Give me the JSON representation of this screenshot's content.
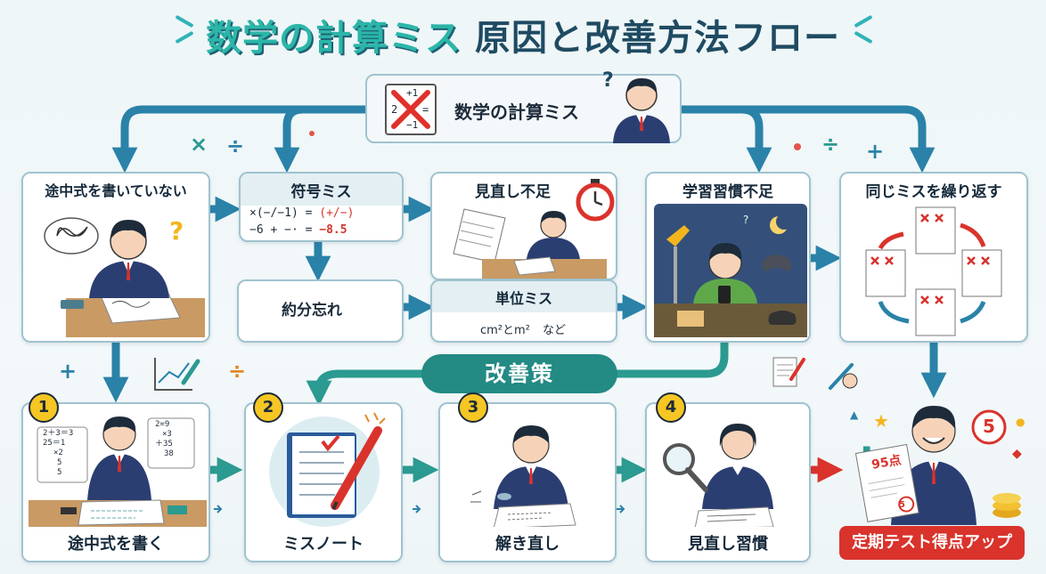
{
  "title": {
    "highlight": "数学の計算ミス",
    "rest": "原因と改善方法フロー"
  },
  "root": {
    "label": "数学の計算ミス",
    "icon_lines": [
      "+1",
      "2",
      "=",
      "−1"
    ]
  },
  "causes": {
    "tochushiki": {
      "label": "途中式を書いていない"
    },
    "fugo": {
      "label": "符号ミス",
      "line1a": "×(−/−1) = ",
      "line1b": "(+/−)",
      "line2a": "−6 + −· = ",
      "line2b": "−8.5"
    },
    "minaoshi": {
      "label": "見直し不足"
    },
    "shukan": {
      "label": "学習習慣不足"
    },
    "kurikaesu": {
      "label": "同じミスを繰り返す"
    },
    "yakubun": {
      "label": "約分忘れ"
    },
    "tani": {
      "label": "単位ミス",
      "example": "cm²とm²",
      "nado": "など"
    }
  },
  "kaizen": {
    "label": "改善策"
  },
  "steps": [
    {
      "num": "1",
      "label": "途中式を書く",
      "work_left": [
        "2＋3＝3",
        "25＝1",
        "×2",
        "5",
        "5"
      ],
      "work_right": [
        "2=9",
        "×3",
        "＋35",
        "38"
      ]
    },
    {
      "num": "2",
      "label": "ミスノート"
    },
    {
      "num": "3",
      "label": "解き直し"
    },
    {
      "num": "4",
      "label": "見直し習慣"
    }
  ],
  "goal": {
    "label": "定期テスト得点アップ",
    "paper_score": "95点",
    "medal": "5",
    "paper_circle": "5"
  },
  "colors": {
    "teal": "#238a84",
    "arrow": "#2a82a8",
    "goal_red": "#d9332c",
    "accent_red": "#d9332c"
  }
}
